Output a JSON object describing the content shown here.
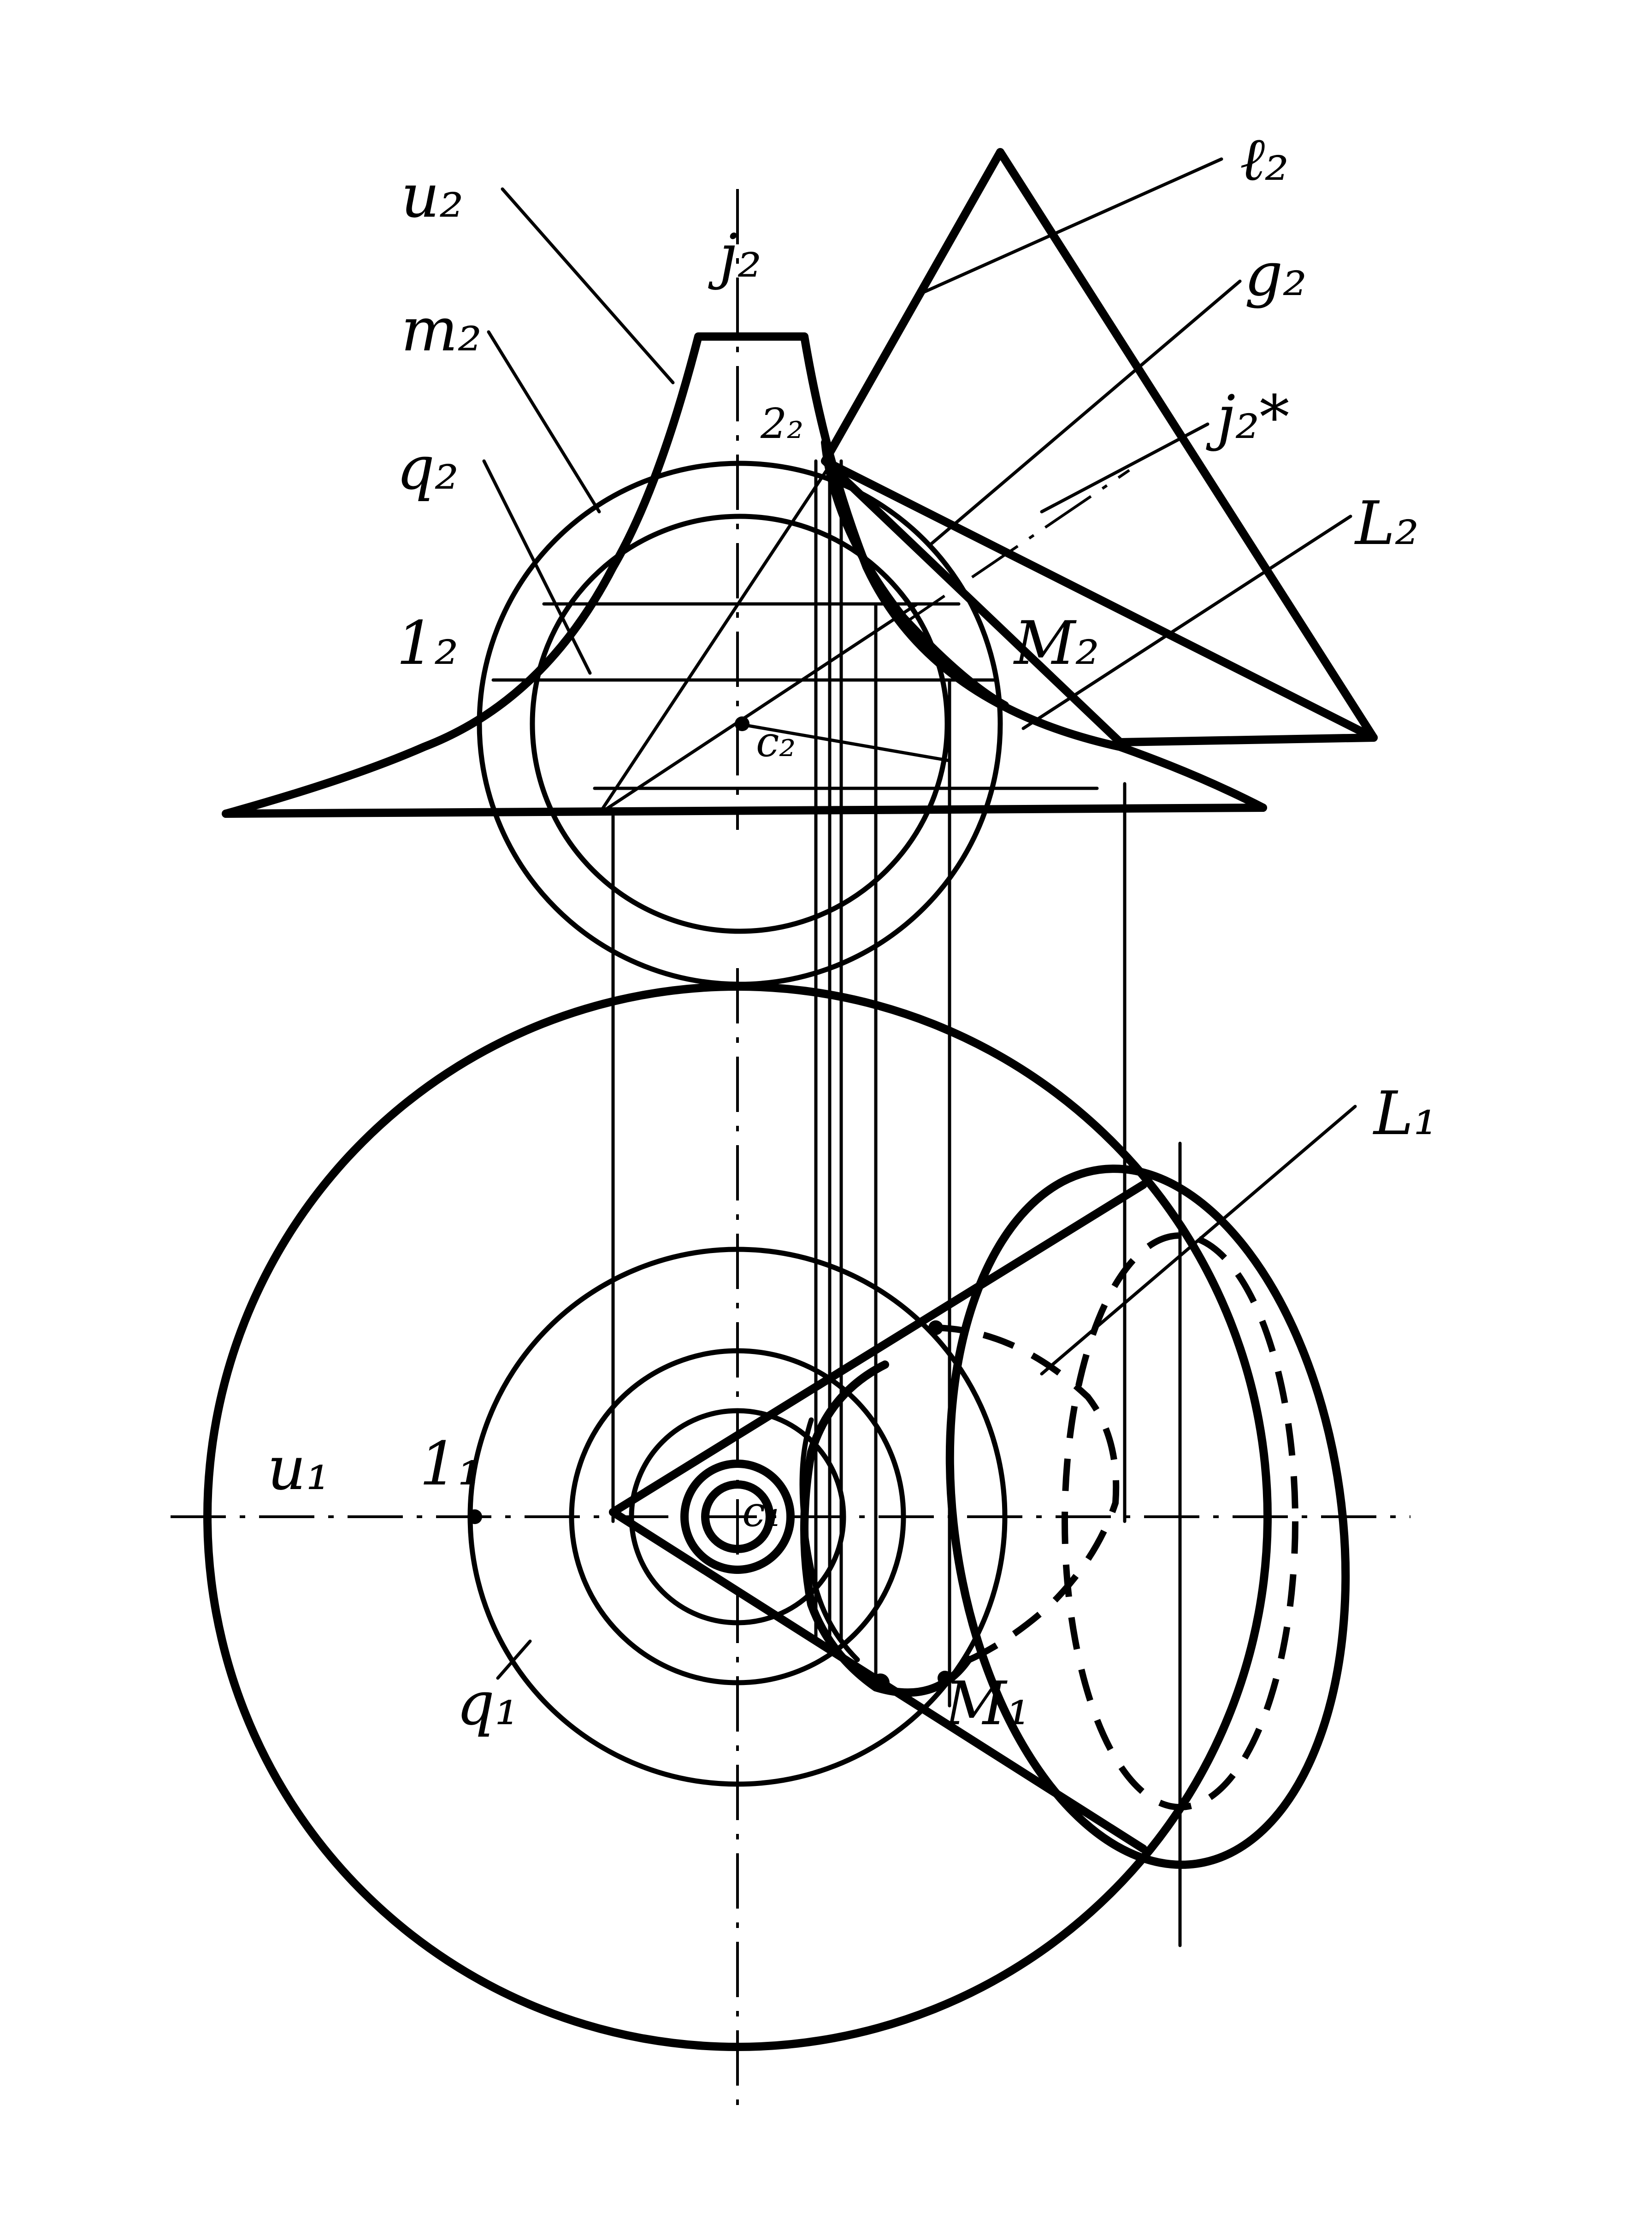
{
  "labels": {
    "u2": "u₂",
    "l2": "ℓ₂",
    "j2": "j₂",
    "g2": "g₂",
    "m2": "m₂",
    "j2star": "j₂*",
    "q2": "q₂",
    "L2": "L₂",
    "p2_2": "2₂",
    "p1_2": "1₂",
    "M2": "M₂",
    "c2": "c₂",
    "L1": "L₁",
    "u1": "u₁",
    "p1_1": "1₁",
    "c1": "c₁",
    "q1": "q₁",
    "M1": "M₁"
  }
}
